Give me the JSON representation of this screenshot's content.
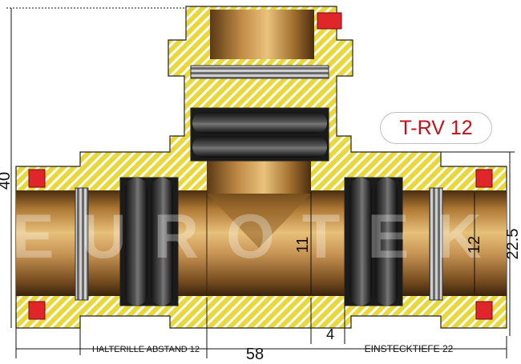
{
  "product_title": "T-RV 12",
  "watermark": "EUROTEK",
  "dimensions": {
    "height_total": "40",
    "length_total": "58",
    "bore_inner": "11",
    "pipe_diameter": "12",
    "outer_diameter": "22.5",
    "gap": "4",
    "halterille_label": "HALTERILLE ABSTAND 12",
    "einstecktiefe_label": "EINSTECKTIEFE 22"
  },
  "colors": {
    "brass": "#b5863a",
    "seal_red": "#e0262b",
    "hatch": "#e6d232",
    "title_red": "#c0121b"
  }
}
